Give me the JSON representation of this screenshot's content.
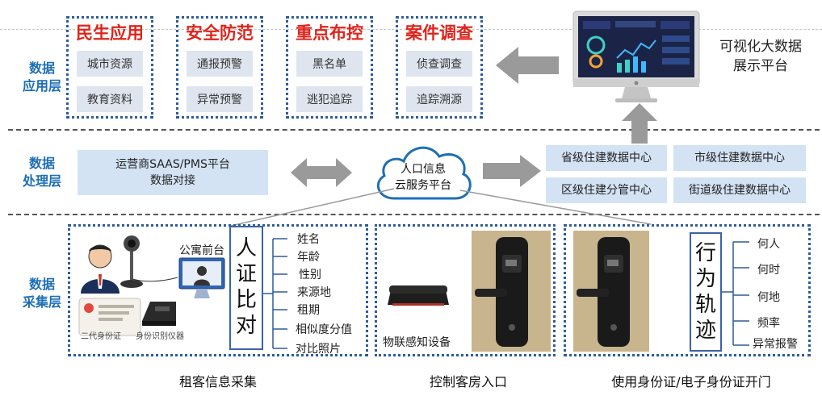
{
  "layers": {
    "application": [
      "数据",
      "应用层"
    ],
    "processing": [
      "数据",
      "处理层"
    ],
    "collection": [
      "数据",
      "采集层"
    ]
  },
  "categories": [
    {
      "title": "民生应用",
      "items": [
        "城市资源",
        "教育资料"
      ]
    },
    {
      "title": "安全防范",
      "items": [
        "通报预警",
        "异常预警"
      ]
    },
    {
      "title": "重点布控",
      "items": [
        "黑名单",
        "逃犯追踪"
      ]
    },
    {
      "title": "案件调查",
      "items": [
        "侦查调查",
        "追踪溯源"
      ]
    }
  ],
  "display_platform": [
    "可视化大数据",
    "展示平台"
  ],
  "operator_box": [
    "运营商SAAS/PMS平台",
    "数据对接"
  ],
  "cloud": [
    "人口信息",
    "云服务平台"
  ],
  "data_centers": [
    "省级住建数据中心",
    "市级住建数据中心",
    "区级住建分管中心",
    "街道级住建数据中心"
  ],
  "collection": {
    "tenant": {
      "front_desk": "公寓前台",
      "id_card_label": "二代身份证",
      "reader_label": "身份识别仪器",
      "vertical_title": [
        "人",
        "证",
        "比",
        "对"
      ],
      "fields": [
        "姓名",
        "年龄",
        "性别",
        "来源地",
        "租期",
        "相似度分值",
        "对比照片"
      ],
      "caption": "租客信息采集"
    },
    "room": {
      "device_label": "物联感知设备",
      "caption": "控制客房入口"
    },
    "trajectory": {
      "vertical_title": [
        "行",
        "为",
        "轨",
        "迹"
      ],
      "fields": [
        "何人",
        "何时",
        "何地",
        "频率",
        "异常报警"
      ],
      "caption": "使用身份证/电子身份证开门"
    }
  },
  "colors": {
    "layer_text": "#1f6fb5",
    "category_title": "#e0241b",
    "dotted_border": "#2e5c9a",
    "light_box": "#d3e3f4",
    "arrow_gray": "#9a9a9a"
  }
}
